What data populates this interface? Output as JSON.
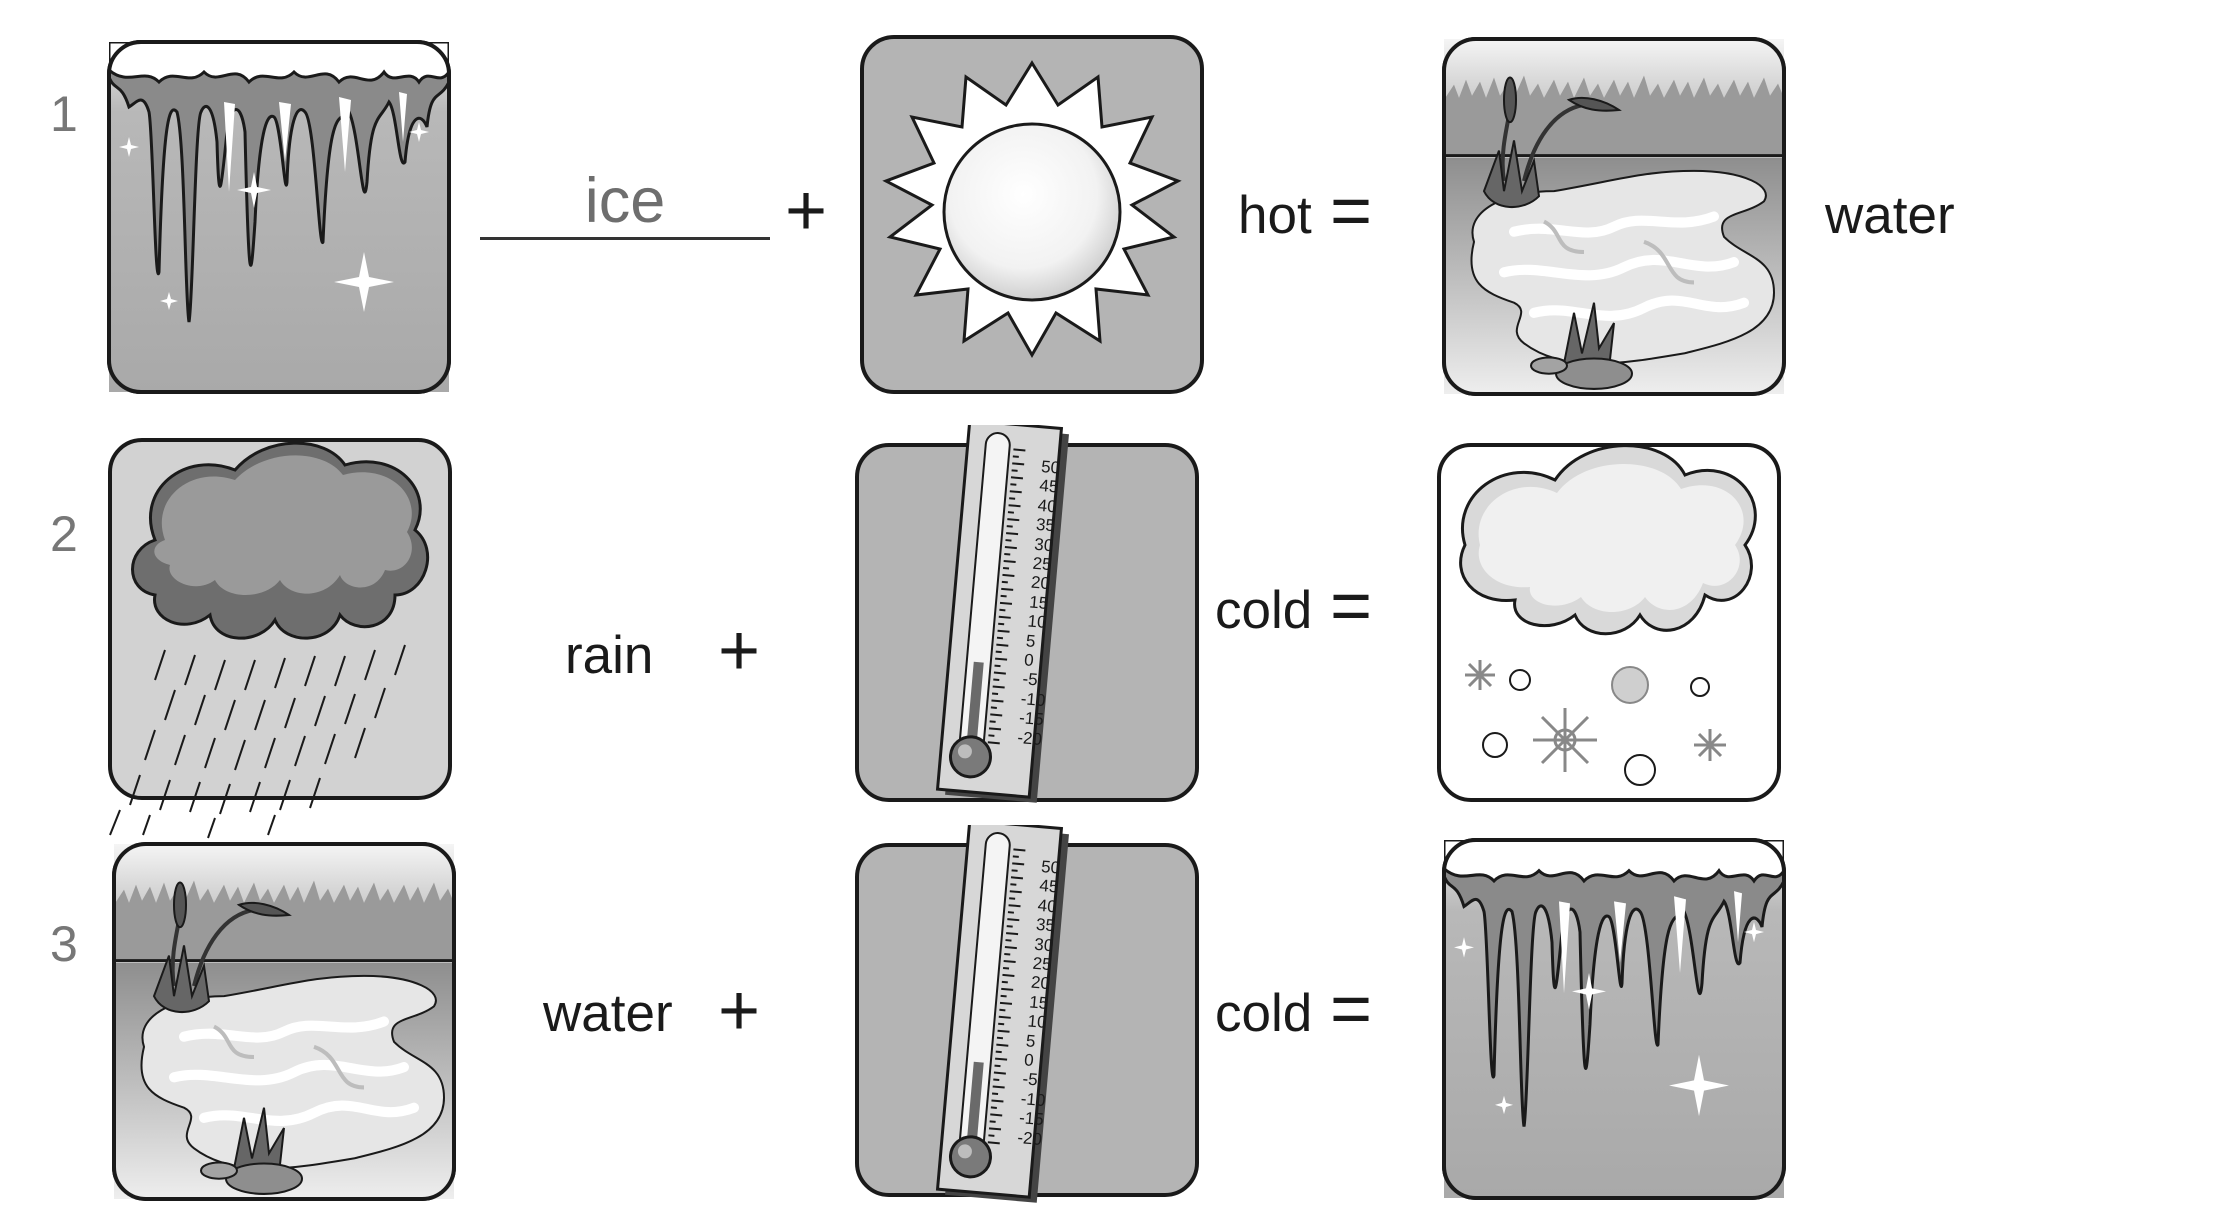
{
  "rows": [
    {
      "number": "1",
      "first_word": "",
      "answer": "ice",
      "condition": "hot",
      "result": "water"
    },
    {
      "number": "2",
      "first_word": "rain",
      "condition": "cold",
      "result": ""
    },
    {
      "number": "3",
      "first_word": "water",
      "condition": "cold",
      "result": ""
    }
  ],
  "operators": {
    "plus": "+",
    "equals": "="
  },
  "thermometer_scale": [
    "50",
    "45",
    "40",
    "35",
    "30",
    "25",
    "20",
    "15",
    "10",
    "5",
    "0",
    "-5",
    "-10",
    "-15",
    "-20"
  ],
  "icons": [
    "icicles-icon",
    "sun-icon",
    "pond-icon",
    "rain-cloud-icon",
    "thermometer-icon",
    "snow-cloud-icon"
  ],
  "colors": {
    "tile_gray": "#b4b4b4",
    "outline": "#1a1a1a",
    "answer_gray": "#6e6e6e",
    "number_gray": "#777777"
  }
}
